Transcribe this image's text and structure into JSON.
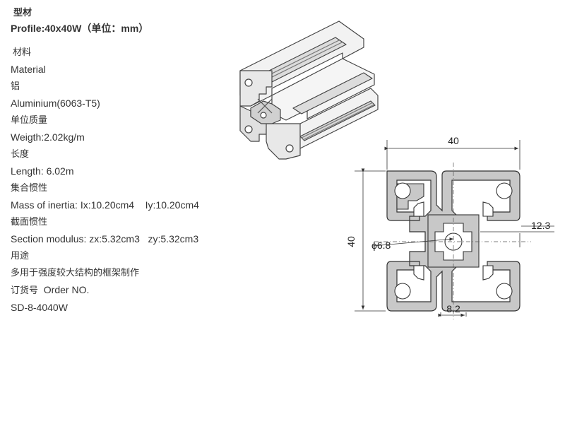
{
  "header": {
    "title_cn": "型材",
    "profile": "Profile:40x40W（单位：mm）"
  },
  "specs": [
    {
      "cn": "材料",
      "value": "Material"
    },
    {
      "cn": "铝",
      "value": "Aluminium(6063-T5)"
    },
    {
      "cn": "单位质量",
      "value": "Weigth:2.02kg/m"
    },
    {
      "cn": "长度",
      "value": "Length: 6.02m"
    },
    {
      "cn": "集合惯性",
      "value": "Mass of inertia: Ix:10.20cm4    Iy:10.20cm4"
    },
    {
      "cn": "截面惯性",
      "value": "Section modulus: zx:5.32cm3   zy:5.32cm3"
    },
    {
      "cn": "用途",
      "value": "多用于强度较大结构的框架制作"
    },
    {
      "cn": "订货号",
      "value": "Order NO."
    },
    {
      "cn": "",
      "value": "SD-8-4040W"
    }
  ],
  "drawing": {
    "dim_width": "40",
    "dim_height": "40",
    "dim_slot_depth": "12.3",
    "dim_slot_width": "8.2",
    "dim_center_hole": "6.8",
    "diameter_symbol": "ϕ"
  }
}
